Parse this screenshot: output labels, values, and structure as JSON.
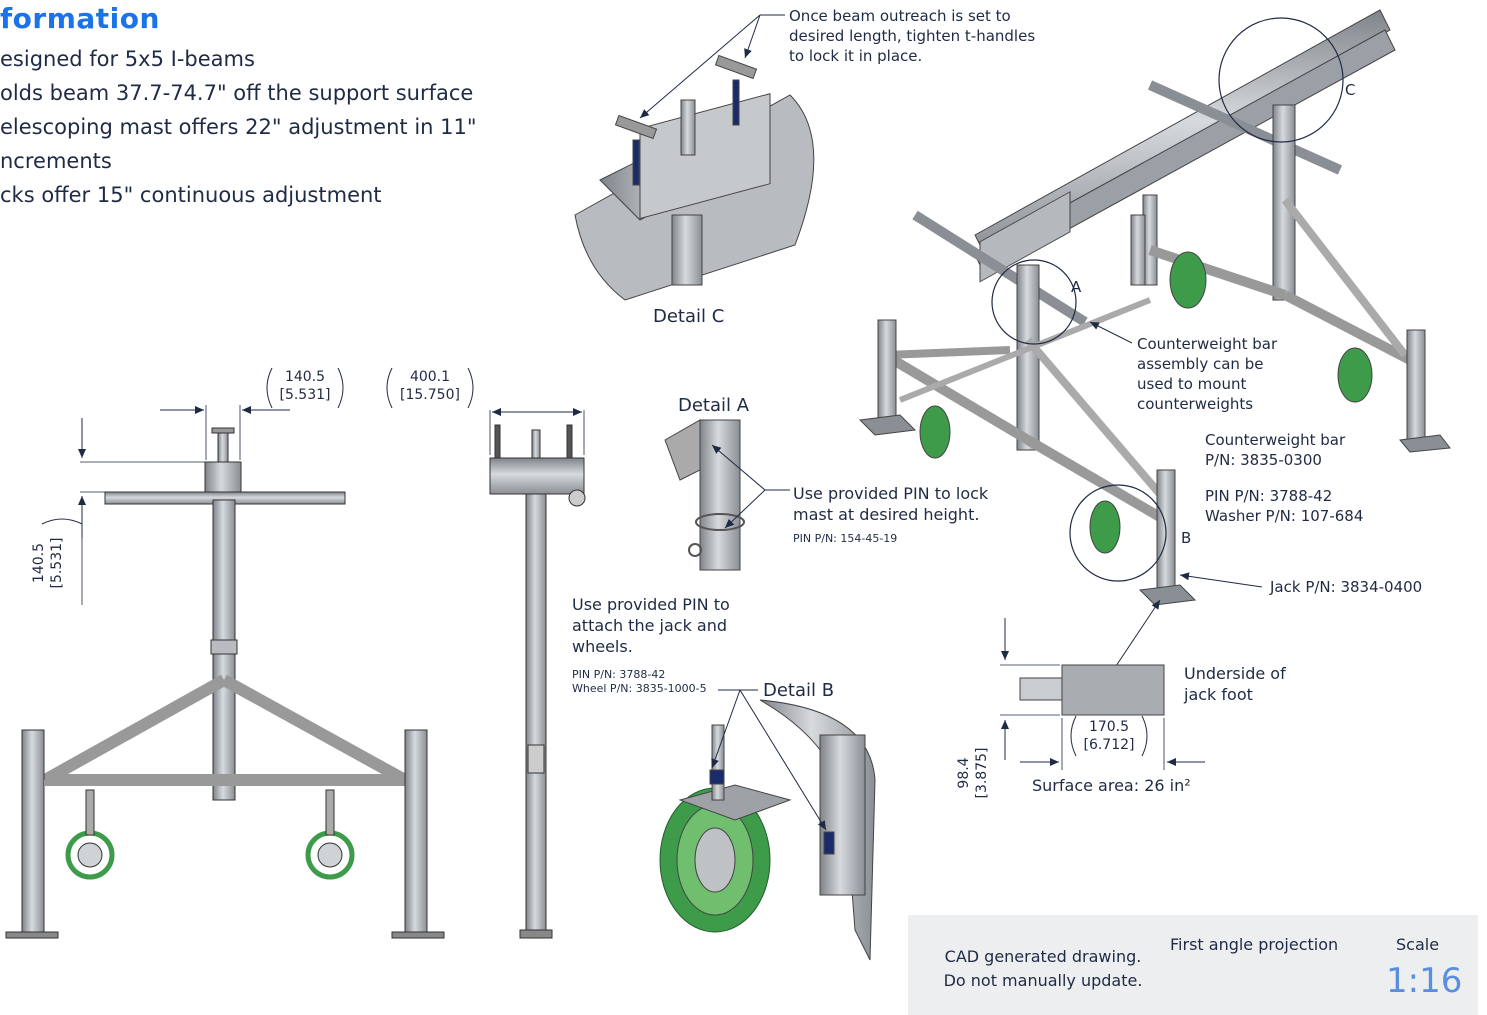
{
  "header": {
    "title": "formation",
    "bullets": [
      "esigned for 5x5 I-beams",
      "olds beam 37.7-74.7\" off the support surface",
      "elescoping mast offers 22\" adjustment in 11\"",
      "ncrements",
      "cks offer 15\" continuous adjustment"
    ]
  },
  "callouts": {
    "thandles": [
      "Once beam outreach is set to",
      "desired length, tighten t-handles",
      "to lock it in place."
    ],
    "detail_c": "Detail C",
    "detail_a": "Detail A",
    "detail_b": "Detail B",
    "pin_mast": [
      "Use provided PIN to lock",
      "mast at desired height."
    ],
    "pin_mast_pn": "PIN P/N: 154-45-19",
    "pin_jack": [
      "Use provided PIN to",
      "attach the jack and",
      "wheels."
    ],
    "pin_jack_pn": "PIN P/N: 3788-42",
    "wheel_pn": "Wheel P/N: 3835-1000-5",
    "counterweight": [
      "Counterweight bar",
      "assembly can be",
      "used to mount",
      "counterweights"
    ],
    "cw_bar_pn": [
      "Counterweight bar",
      "P/N: 3835-0300"
    ],
    "pin_washer": [
      "PIN P/N: 3788-42",
      "Washer P/N: 107-684"
    ],
    "jack_pn": "Jack P/N: 3834-0400",
    "underside": [
      "Underside of",
      "jack foot"
    ],
    "surface_area": "Surface area: 26 in²",
    "circle_a": "A",
    "circle_b": "B",
    "circle_c": "C"
  },
  "dimensions": {
    "front_width": [
      "140.5",
      "[5.531]"
    ],
    "front_height": [
      "140.5",
      "[5.531]"
    ],
    "side_width": [
      "400.1",
      "[15.750]"
    ],
    "foot_width": [
      "170.5",
      "[6.712]"
    ],
    "foot_height": [
      "98.4",
      "[3.875]"
    ]
  },
  "footer": {
    "cad_note": [
      "CAD generated drawing.",
      "Do not manually update."
    ],
    "projection": "First angle projection",
    "scale_label": "Scale",
    "scale_value": "1:16"
  },
  "colors": {
    "accent": "#1a73e8",
    "text": "#1f2a44",
    "steel": "#a9adb2",
    "wheel": "#3d9b4a",
    "footer_bg": "#eceef0",
    "scale": "#5a8fe0"
  }
}
